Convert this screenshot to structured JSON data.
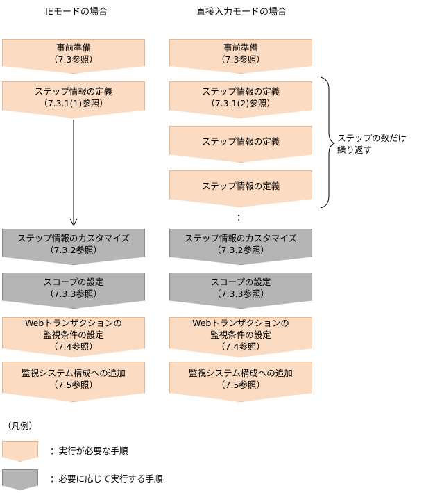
{
  "columns": {
    "ie": {
      "title": "IEモードの場合",
      "steps": [
        {
          "lines": [
            "事前準備",
            "（7.3参照）"
          ],
          "kind": "required"
        },
        {
          "lines": [
            "ステップ情報の定義",
            "（7.3.1(1)参照）"
          ],
          "kind": "required"
        },
        {
          "lines": [
            "ステップ情報のカスタマイズ",
            "（7.3.2参照）"
          ],
          "kind": "optional"
        },
        {
          "lines": [
            "スコープの設定",
            "（7.3.3参照）"
          ],
          "kind": "optional"
        },
        {
          "lines": [
            "Webトランザクションの",
            "監視条件の設定",
            "（7.4参照）"
          ],
          "kind": "required"
        },
        {
          "lines": [
            "監視システム構成への追加",
            "（7.5参照）"
          ],
          "kind": "required"
        }
      ]
    },
    "direct": {
      "title": "直接入力モードの場合",
      "steps": [
        {
          "lines": [
            "事前準備",
            "（7.3参照）"
          ],
          "kind": "required"
        },
        {
          "lines": [
            "ステップ情報の定義",
            "（7.3.1(2)参照）"
          ],
          "kind": "required"
        },
        {
          "lines": [
            "ステップ情報の定義"
          ],
          "kind": "required"
        },
        {
          "lines": [
            "ステップ情報の定義"
          ],
          "kind": "required"
        },
        {
          "lines": [
            "ステップ情報のカスタマイズ",
            "（7.3.2参照）"
          ],
          "kind": "optional"
        },
        {
          "lines": [
            "スコープの設定",
            "（7.3.3参照）"
          ],
          "kind": "optional"
        },
        {
          "lines": [
            "Webトランザクションの",
            "監視条件の設定",
            "（7.4参照）"
          ],
          "kind": "required"
        },
        {
          "lines": [
            "監視システム構成への追加",
            "（7.5参照）"
          ],
          "kind": "required"
        }
      ],
      "ellipsis": "："
    }
  },
  "repeat_note": {
    "line1": "ステップの数だけ",
    "line2": "繰り返す"
  },
  "legend": {
    "title": "（凡例）",
    "required_label": "：実行が必要な手順",
    "optional_label": "：必要に応じて実行する手順"
  },
  "colors": {
    "required_fill": "#fbdcc2",
    "optional_fill": "#b5b5b5"
  }
}
